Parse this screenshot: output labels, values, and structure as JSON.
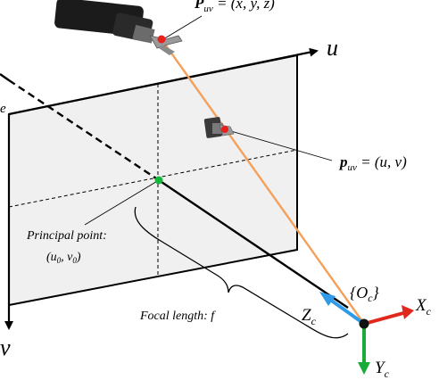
{
  "labels": {
    "P_uv_main": "P",
    "P_uv_sub": "uv",
    "P_uv_eq": " = (x, y, z)",
    "p_uv_main": "p",
    "p_uv_sub": "uv",
    "p_uv_eq": " = (u, v)",
    "axis_u": "u",
    "axis_v": "v",
    "edge_e": "e",
    "principal_line1": "Principal point:",
    "principal_u": "(u",
    "principal_u_sub": "0",
    "principal_sep": ", v",
    "principal_v_sub": "0",
    "principal_close": ")",
    "focal_length": "Focal length: f",
    "Oc_open": "{O",
    "Oc_sub": "c",
    "Oc_close": "}",
    "Xc_main": "X",
    "Xc_sub": "c",
    "Yc_main": "Y",
    "Yc_sub": "c",
    "Zc_main": "Z",
    "Zc_sub": "c"
  },
  "colors": {
    "ray": "#f4a05a",
    "x_axis": "#e0281e",
    "y_axis": "#1aaa3a",
    "z_axis": "#2f9be8",
    "principal_point": "#12b83a",
    "point_marker": "#e8201c",
    "plane_fill": "#f0f0f0"
  },
  "icons": {
    "instrument_far": "surgical-instrument-icon",
    "instrument_near": "surgical-instrument-image-icon"
  }
}
